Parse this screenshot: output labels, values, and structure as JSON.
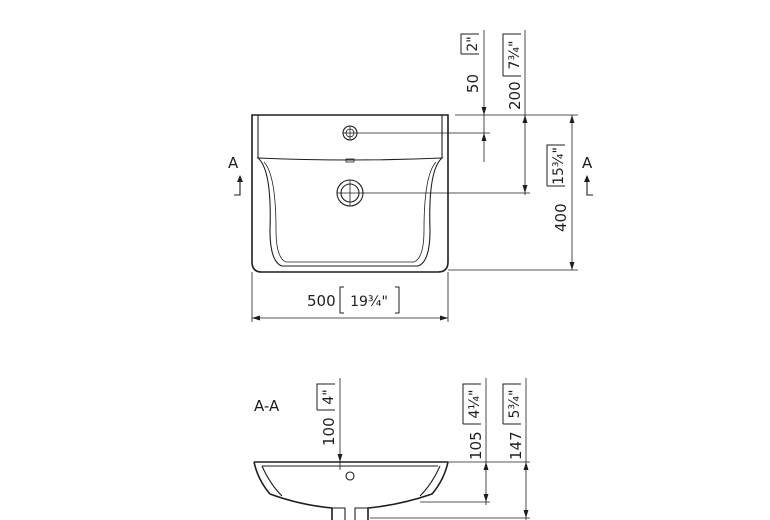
{
  "section_marks": {
    "left": "A",
    "right": "A",
    "section_title": "A-A"
  },
  "dimensions": {
    "top_drain_mm": "50",
    "top_drain_in": "2\"",
    "top_overall_mm": "200",
    "top_overall_in": "7¾\"",
    "tap_to_waste_in": "15¾\"",
    "depth_mm": "400",
    "width_mm": "500",
    "width_in": "19¾\"",
    "section_tap_mm": "100",
    "section_tap_in": "4\"",
    "section_bowl_mm": "105",
    "section_bowl_in": "4¼\"",
    "section_total_mm": "147",
    "section_total_in": "5¾\""
  }
}
